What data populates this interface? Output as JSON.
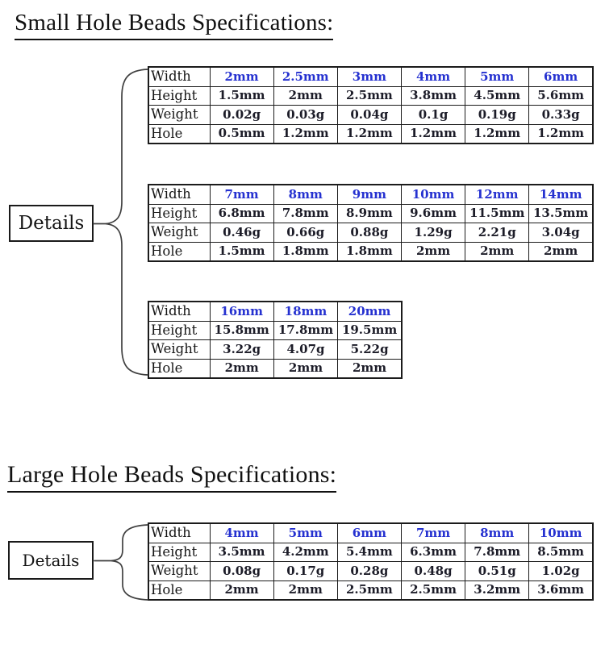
{
  "colors": {
    "header_blue": "#2531d0",
    "value_dark": "#1c1c28",
    "table_border": "#1b1b1b",
    "brace_stroke": "#3f3f3f",
    "title_color": "#111111"
  },
  "small_section": {
    "title": "Small Hole Beads Specifications:",
    "details_label": "Details",
    "tables": [
      {
        "rows": [
          [
            "Width",
            "2mm",
            "2.5mm",
            "3mm",
            "4mm",
            "5mm",
            "6mm"
          ],
          [
            "Height",
            "1.5mm",
            "2mm",
            "2.5mm",
            "3.8mm",
            "4.5mm",
            "5.6mm"
          ],
          [
            "Weight",
            "0.02g",
            "0.03g",
            "0.04g",
            "0.1g",
            "0.19g",
            "0.33g"
          ],
          [
            "Hole",
            "0.5mm",
            "1.2mm",
            "1.2mm",
            "1.2mm",
            "1.2mm",
            "1.2mm"
          ]
        ]
      },
      {
        "rows": [
          [
            "Width",
            "7mm",
            "8mm",
            "9mm",
            "10mm",
            "12mm",
            "14mm"
          ],
          [
            "Height",
            "6.8mm",
            "7.8mm",
            "8.9mm",
            "9.6mm",
            "11.5mm",
            "13.5mm"
          ],
          [
            "Weight",
            "0.46g",
            "0.66g",
            "0.88g",
            "1.29g",
            "2.21g",
            "3.04g"
          ],
          [
            "Hole",
            "1.5mm",
            "1.8mm",
            "1.8mm",
            "2mm",
            "2mm",
            "2mm"
          ]
        ]
      },
      {
        "rows": [
          [
            "Width",
            "16mm",
            "18mm",
            "20mm"
          ],
          [
            "Height",
            "15.8mm",
            "17.8mm",
            "19.5mm"
          ],
          [
            "Weight",
            "3.22g",
            "4.07g",
            "5.22g"
          ],
          [
            "Hole",
            "2mm",
            "2mm",
            "2mm"
          ]
        ]
      }
    ]
  },
  "large_section": {
    "title": "Large Hole Beads Specifications:",
    "details_label": "Details",
    "tables": [
      {
        "rows": [
          [
            "Width",
            "4mm",
            "5mm",
            "6mm",
            "7mm",
            "8mm",
            "10mm"
          ],
          [
            "Height",
            "3.5mm",
            "4.2mm",
            "5.4mm",
            "6.3mm",
            "7.8mm",
            "8.5mm"
          ],
          [
            "Weight",
            "0.08g",
            "0.17g",
            "0.28g",
            "0.48g",
            "0.51g",
            "1.02g"
          ],
          [
            "Hole",
            "2mm",
            "2mm",
            "2.5mm",
            "2.5mm",
            "3.2mm",
            "3.6mm"
          ]
        ]
      }
    ]
  }
}
